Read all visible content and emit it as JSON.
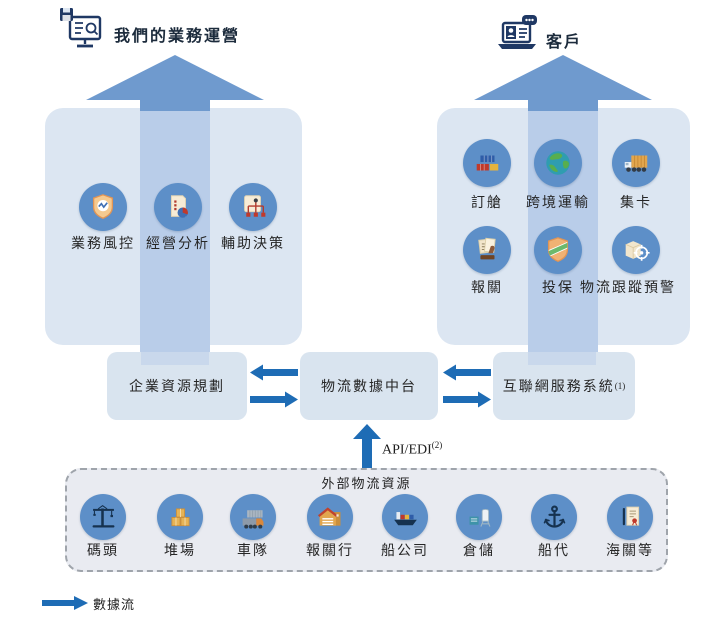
{
  "diagram": {
    "header_left": {
      "label": "我們的業務運營",
      "icon": "monitor-search-icon"
    },
    "header_right": {
      "label": "客戶",
      "icon": "laptop-customer-icon"
    },
    "left_panel": {
      "items": [
        {
          "label": "業務風控",
          "icon": "risk-shield-icon"
        },
        {
          "label": "經營分析",
          "icon": "analysis-doc-pie-icon"
        },
        {
          "label": "輔助決策",
          "icon": "decision-orgchart-icon"
        }
      ]
    },
    "right_panel": {
      "items": [
        {
          "label": "訂艙",
          "icon": "containers-icon"
        },
        {
          "label": "跨境運輸",
          "icon": "globe-icon"
        },
        {
          "label": "集卡",
          "icon": "container-truck-icon"
        },
        {
          "label": "報關",
          "icon": "customs-declare-icon"
        },
        {
          "label": "投保",
          "icon": "insurance-shield-icon"
        },
        {
          "label": "物流跟蹤預警",
          "icon": "tracking-target-icon"
        }
      ]
    },
    "middle_boxes": [
      {
        "label": "企業資源規劃"
      },
      {
        "label": "物流數據中台"
      },
      {
        "label": "互聯網服務系統",
        "sup": "(1)"
      }
    ],
    "api_arrow": {
      "label": "API/EDI",
      "sup": "(2)"
    },
    "bottom_panel": {
      "title": "外部物流資源",
      "items": [
        {
          "label": "碼頭",
          "icon": "crane-icon"
        },
        {
          "label": "堆場",
          "icon": "cargo-boxes-icon"
        },
        {
          "label": "車隊",
          "icon": "truck-fleet-icon"
        },
        {
          "label": "報關行",
          "icon": "customs-broker-building-icon"
        },
        {
          "label": "船公司",
          "icon": "cargo-ship-icon"
        },
        {
          "label": "倉儲",
          "icon": "warehouse-tank-icon"
        },
        {
          "label": "船代",
          "icon": "anchor-icon"
        },
        {
          "label": "海關等",
          "icon": "customs-document-seal-icon"
        }
      ]
    },
    "legend": {
      "label": "數據流"
    },
    "colors": {
      "big_arrow": "#6f9ace",
      "arrow_shaft_tint": "#b9cde9",
      "panel_blue": "#dce6f2",
      "box_blue": "#d9e4ef",
      "icon_circle_blue": "#5d8fc8",
      "flow_arrow_blue": "#1e6cb5",
      "dashed_panel_fill": "#e9ebf1",
      "dark_navy": "#1f3864"
    }
  }
}
